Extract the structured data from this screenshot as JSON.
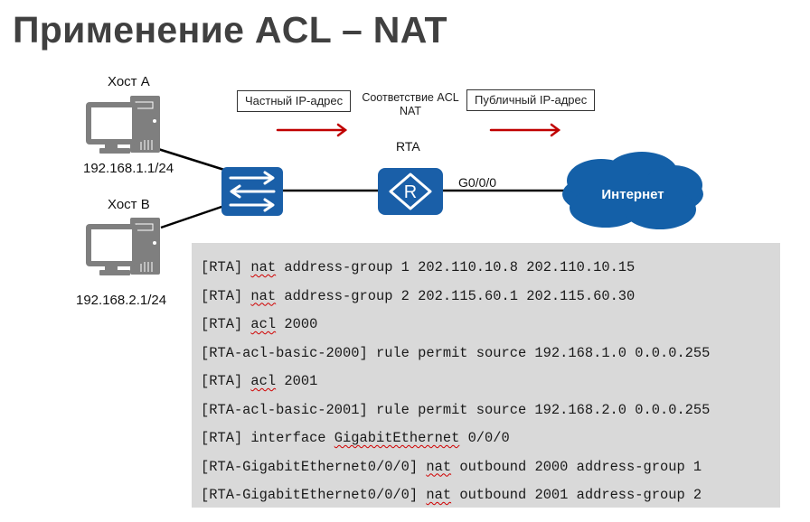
{
  "title": "Применение ACL – NAT",
  "colors": {
    "device_blue": "#1a5fa8",
    "cloud_blue": "#1460a8",
    "arrow_red": "#c00000",
    "host_gray": "#7f7f7f",
    "code_bg": "#d9d9d9",
    "title_color": "#404040"
  },
  "hosts": [
    {
      "name": "Хост A",
      "ip": "192.168.1.1/24"
    },
    {
      "name": "Хост B",
      "ip": "192.168.2.1/24"
    }
  ],
  "router": {
    "name": "RTA",
    "interface": "G0/0/0",
    "icon_letter": "R"
  },
  "cloud": {
    "label": "Интернет"
  },
  "nat_flow": {
    "private_label": "Частный IP-адрес",
    "mapping_label_line1": "Соответствие ACL",
    "mapping_label_line2": "NAT",
    "public_label": "Публичный IP-адрес"
  },
  "config": {
    "lines": [
      {
        "prefix": "[RTA] ",
        "keyword": "nat",
        "rest": " address-group 1 202.110.10.8 202.110.10.15"
      },
      {
        "prefix": "[RTA] ",
        "keyword": "nat",
        "rest": " address-group 2 202.115.60.1 202.115.60.30"
      },
      {
        "prefix": "[RTA] ",
        "keyword": "acl",
        "rest": " 2000"
      },
      {
        "prefix": "[RTA-acl-basic-2000] rule permit source 192.168.1.0 0.0.0.255",
        "keyword": "",
        "rest": ""
      },
      {
        "prefix": "[RTA] ",
        "keyword": "acl",
        "rest": " 2001"
      },
      {
        "prefix": "[RTA-acl-basic-2001] rule permit source 192.168.2.0 0.0.0.255",
        "keyword": "",
        "rest": ""
      },
      {
        "prefix": "[RTA] interface ",
        "keyword": "GigabitEthernet",
        "rest": " 0/0/0"
      },
      {
        "prefix": "[RTA-GigabitEthernet0/0/0] ",
        "keyword": "nat",
        "rest": " outbound 2000 address-group 1"
      },
      {
        "prefix": "[RTA-GigabitEthernet0/0/0] ",
        "keyword": "nat",
        "rest": " outbound 2001 address-group 2"
      }
    ]
  }
}
